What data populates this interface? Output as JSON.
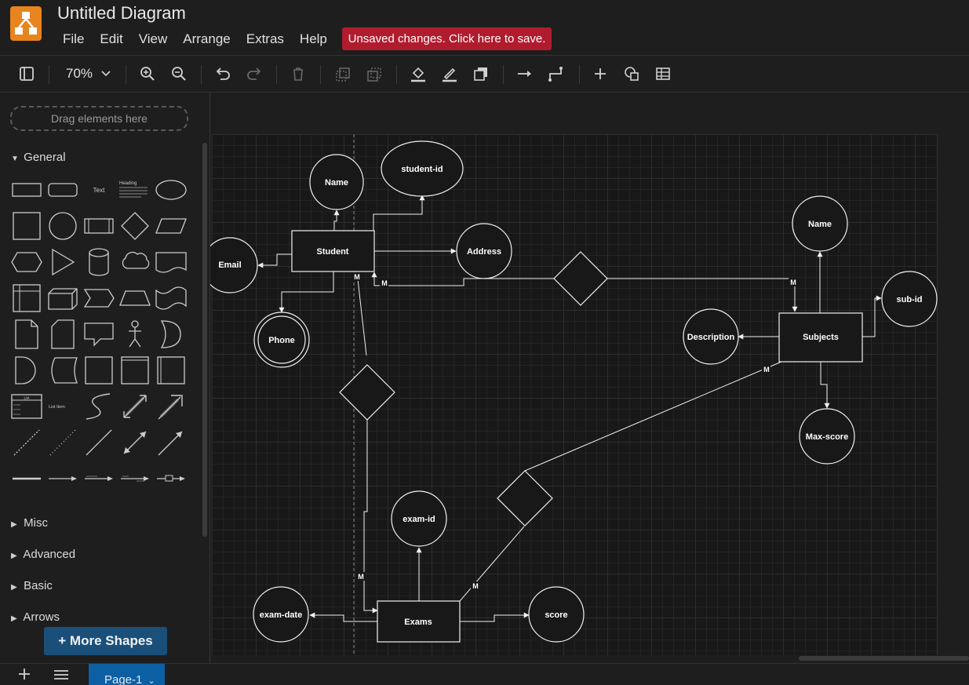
{
  "app": {
    "title": "Untitled Diagram",
    "accent_color": "#e8841d",
    "logo_icon": "drawio-logo-icon"
  },
  "menu": {
    "items": [
      "File",
      "Edit",
      "View",
      "Arrange",
      "Extras",
      "Help"
    ],
    "save_banner": "Unsaved changes. Click here to save.",
    "save_banner_color": "#b01c2e"
  },
  "toolbar": {
    "zoom": "70%",
    "icons": [
      "sidebar-toggle-icon",
      "zoom-in-icon",
      "zoom-out-icon",
      "undo-icon",
      "redo-icon",
      "delete-icon",
      "to-front-icon",
      "to-back-icon",
      "fill-color-icon",
      "line-color-icon",
      "shadow-icon",
      "connection-icon",
      "waypoints-icon",
      "insert-icon",
      "shape-icon",
      "table-icon"
    ]
  },
  "sidebar": {
    "drop_zone": "Drag elements here",
    "sections": {
      "general": "General",
      "misc": "Misc",
      "advanced": "Advanced",
      "basic": "Basic",
      "arrows": "Arrows"
    },
    "shape_labels": {
      "text": "Text",
      "heading": "Heading",
      "list": "List",
      "list_item": "List Item"
    },
    "more_shapes": "More Shapes"
  },
  "diagram": {
    "entities": {
      "student": "Student",
      "subjects": "Subjects",
      "exams": "Exams"
    },
    "attributes": {
      "student_name": "Name",
      "student_id": "student-id",
      "email": "Email",
      "address": "Address",
      "phone": "Phone",
      "subject_name": "Name",
      "sub_id": "sub-id",
      "description": "Description",
      "max_score": "Max-score",
      "exam_id": "exam-id",
      "exam_date": "exam-date",
      "score": "score"
    },
    "cardinality": "M"
  },
  "bottom": {
    "page_tab": "Page-1"
  }
}
